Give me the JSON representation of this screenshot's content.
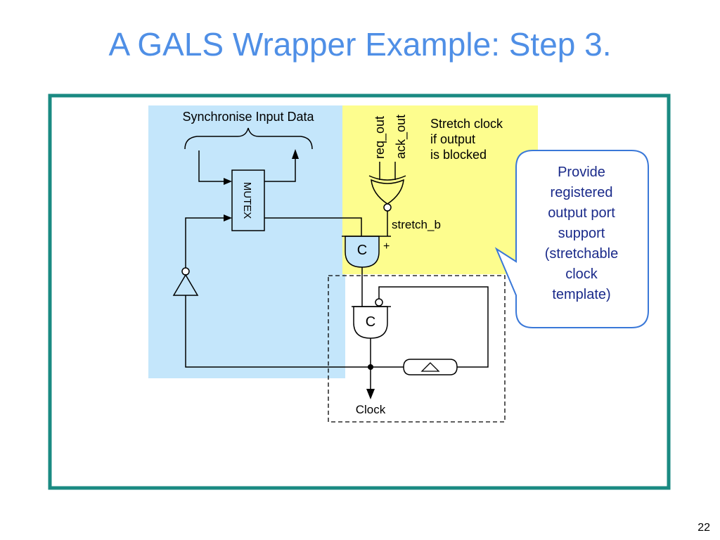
{
  "slide": {
    "title": "A GALS Wrapper Example: Step 3.",
    "number": "22"
  },
  "diagram": {
    "region_labels": {
      "sync": "Synchronise Input Data",
      "stretch_line1": "Stretch clock",
      "stretch_line2": "if output",
      "stretch_line3": "is blocked"
    },
    "signals": {
      "req_out": "req_out",
      "ack_out": "ack_out",
      "stretch_b": "stretch_b",
      "plus": "+",
      "clock": "Clock"
    },
    "components": {
      "mutex": "MUTEX",
      "c_upper": "C",
      "c_lower": "C"
    },
    "callout": {
      "lines": [
        "Provide",
        "registered",
        "output port",
        "support",
        "(stretchable",
        "clock",
        "template)"
      ]
    }
  },
  "colors": {
    "title": "#4f8fe6",
    "frame": "#1a8a82",
    "sync_region": "#c4e6fb",
    "stretch_region": "#fdfd8e",
    "callout_border": "#3a78d8",
    "callout_text": "#1a2a8a"
  }
}
